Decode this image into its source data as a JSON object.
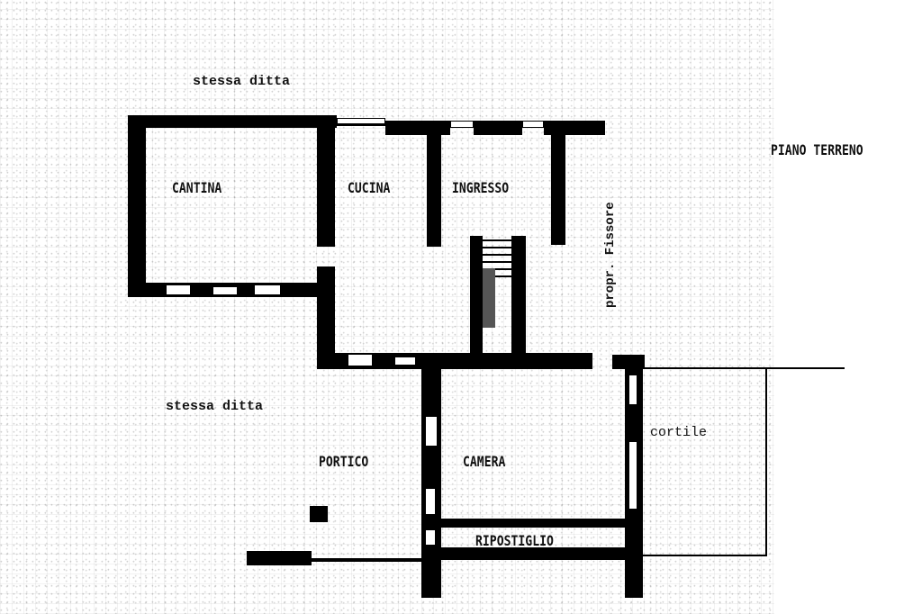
{
  "plan": {
    "title": "PIANO TERRENO",
    "rooms": [
      {
        "id": "cantina",
        "label": "CANTINA"
      },
      {
        "id": "cucina",
        "label": "CUCINA"
      },
      {
        "id": "ingresso",
        "label": "INGRESSO"
      },
      {
        "id": "portico",
        "label": "PORTICO"
      },
      {
        "id": "camera",
        "label": "CAMERA"
      },
      {
        "id": "ripostiglio",
        "label": "RIPOSTIGLIO"
      },
      {
        "id": "cortile",
        "label": "cortile"
      }
    ],
    "neighbors": {
      "top": "stessa ditta",
      "left": "stessa ditta",
      "right": "propr. Fissore"
    }
  },
  "colors": {
    "wall": "#000000",
    "background": "#ffffff",
    "stair_shade": "#555555"
  }
}
